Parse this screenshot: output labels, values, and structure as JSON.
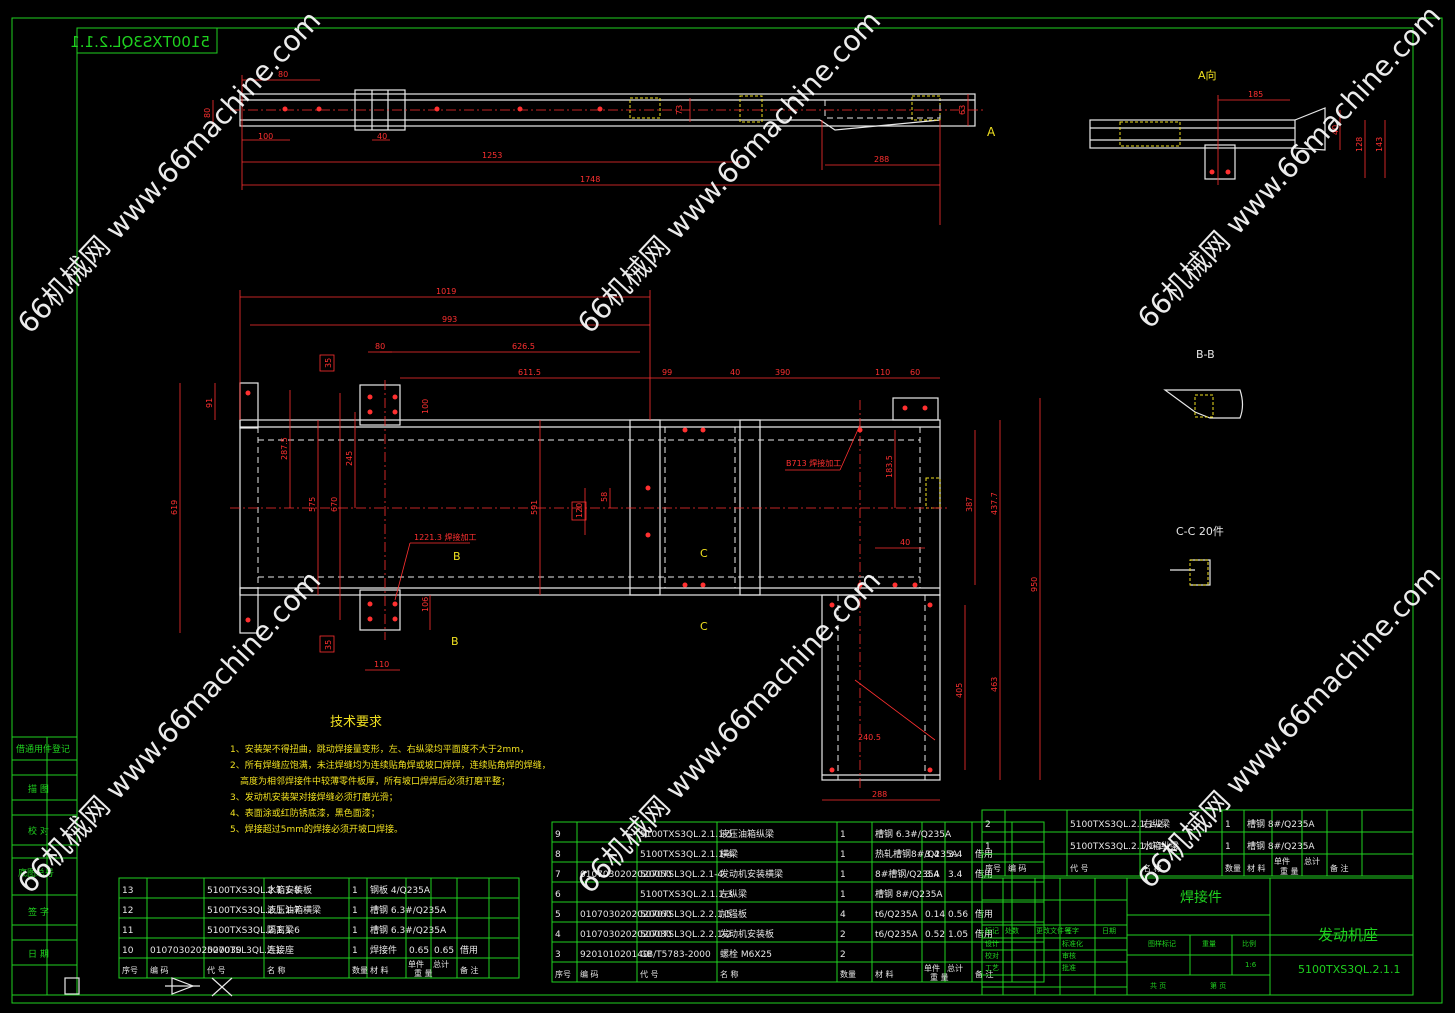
{
  "drawing_number_mirrored": "5100TXS3QL.2.1.1",
  "views": {
    "a_label": "A",
    "a_view_title": "A向",
    "bb_title": "B-B",
    "cc_title": "C-C 20件",
    "b_mark": "B",
    "c_mark": "C"
  },
  "dimensions": {
    "top": [
      "80",
      "80",
      "100",
      "40",
      "73",
      "1253",
      "1748",
      "288",
      "63"
    ],
    "a_view": [
      "185",
      "40",
      "128",
      "143"
    ],
    "plan": [
      "1019",
      "993",
      "626.5",
      "80",
      "611.5",
      "99",
      "40",
      "390",
      "110",
      "60",
      "35",
      "91",
      "287.5",
      "245",
      "575",
      "670",
      "619",
      "100",
      "591",
      "58",
      "120",
      "183.5",
      "40",
      "387",
      "437.7",
      "950",
      "106",
      "35",
      "110",
      "405",
      "463",
      "240.5",
      "288"
    ],
    "callouts": [
      "B713 焊接加工",
      "1221.3 焊接加工"
    ]
  },
  "tech_requirements": {
    "title": "技术要求",
    "lines": [
      "1、安装架不得扭曲，跳动焊接量变形，左、右纵梁均平面度不大于2mm，",
      "2、所有焊缝应饱满，未注焊缝均为连续贴角焊或坡口焊焊，连续贴角焊的焊缝，",
      "高度为相邻焊接件中较薄零件板厚，所有坡口焊焊后必须打磨平整；",
      "3、发动机安装架对接焊缝必须打磨光滑；",
      "4、表面涂或红防锈底漆，黑色面漆；",
      "5、焊接超过5mm的焊接必须开坡口焊接。"
    ]
  },
  "left_strip": [
    "借通用件登记",
    "描 图",
    "校 对",
    "底图总号",
    "签 字",
    "日 期"
  ],
  "bom_headers": [
    "序号",
    "编 码",
    "代 号",
    "名 称",
    "数量",
    "材 料",
    "单件",
    "总计",
    "重 量",
    "备 注"
  ],
  "bom_left": [
    {
      "no": "13",
      "code": "",
      "drawing": "5100TXS3QL.2.1.1-8",
      "name": "水箱安装板",
      "qty": "1",
      "material": "钢板 4/Q235A",
      "unit": "",
      "total": "",
      "note": ""
    },
    {
      "no": "12",
      "code": "",
      "drawing": "5100TXS3QL.2.1.1-7",
      "name": "液压油箱横梁",
      "qty": "1",
      "material": "槽钢 6.3#/Q235A",
      "unit": "",
      "total": "",
      "note": ""
    },
    {
      "no": "11",
      "code": "",
      "drawing": "5100TXS3QL.2.1.1-6",
      "name": "隔离梁",
      "qty": "1",
      "material": "槽钢 6.3#/Q235A",
      "unit": "",
      "total": "",
      "note": ""
    },
    {
      "no": "10",
      "code": "0107030202020030",
      "drawing": "5070TSL3QL.2.1",
      "name": "连接座",
      "qty": "1",
      "material": "焊接件",
      "unit": "0.65",
      "total": "0.65",
      "note": "借用"
    }
  ],
  "bom_mid": [
    {
      "no": "9",
      "code": "",
      "drawing": "5100TXS3QL.2.1.1-5",
      "name": "液压油箱纵梁",
      "qty": "1",
      "material": "槽钢 6.3#/Q235A",
      "unit": "",
      "total": "",
      "note": ""
    },
    {
      "no": "8",
      "code": "",
      "drawing": "5100TXS3QL.2.1.1-4",
      "name": "横梁",
      "qty": "1",
      "material": "热轧槽钢8#/Q235A",
      "unit": "3.4",
      "total": "3.4",
      "note": "借用"
    },
    {
      "no": "7",
      "code": "0107030202020050",
      "drawing": "5070TSL3QL.2.1-4",
      "name": "发动机安装横梁",
      "qty": "1",
      "material": "8#槽钢/Q235A",
      "unit": "3.4",
      "total": "3.4",
      "note": "借用"
    },
    {
      "no": "6",
      "code": "",
      "drawing": "5100TXS3QL.2.1.1-3",
      "name": "左纵梁",
      "qty": "1",
      "material": "槽钢 8#/Q235A",
      "unit": "",
      "total": "",
      "note": ""
    },
    {
      "no": "5",
      "code": "0107030202020060",
      "drawing": "5070TSL3QL.2.2.1-5",
      "name": "加强板",
      "qty": "4",
      "material": "t6/Q235A",
      "unit": "0.14",
      "total": "0.56",
      "note": "借用"
    },
    {
      "no": "4",
      "code": "0107030202020030",
      "drawing": "5070TSL3QL.2.2.1-2",
      "name": "发动机安装板",
      "qty": "2",
      "material": "t6/Q235A",
      "unit": "0.52",
      "total": "1.05",
      "note": "借用"
    },
    {
      "no": "3",
      "code": "920101020140I",
      "drawing": "GB/T5783-2000",
      "name": "螺栓 M6X25",
      "qty": "2",
      "material": "",
      "unit": "",
      "total": "",
      "note": ""
    }
  ],
  "bom_right": [
    {
      "no": "2",
      "code": "",
      "drawing": "5100TXS3QL.2.1.1-2",
      "name": "右纵梁",
      "qty": "1",
      "material": "槽钢 8#/Q235A",
      "unit": "",
      "total": "",
      "note": ""
    },
    {
      "no": "1",
      "code": "",
      "drawing": "5100TXS3QL.2.1.1-1",
      "name": "水箱纵梁",
      "qty": "1",
      "material": "槽钢 8#/Q235A",
      "unit": "",
      "total": "",
      "note": ""
    }
  ],
  "title_block": {
    "part_type": "焊接件",
    "part_name": "发动机座",
    "drawing_number": "5100TXS3QL.2.1.1",
    "scale": "1:6",
    "labels": [
      "标记",
      "处数",
      "更改文件号",
      "签字",
      "日期",
      "图样标记",
      "重量",
      "比例",
      "设计",
      "标准化",
      "校对",
      "审核",
      "工艺",
      "批准",
      "共 页",
      "第 页"
    ]
  },
  "watermark": "66机械网 www.66machine.com"
}
